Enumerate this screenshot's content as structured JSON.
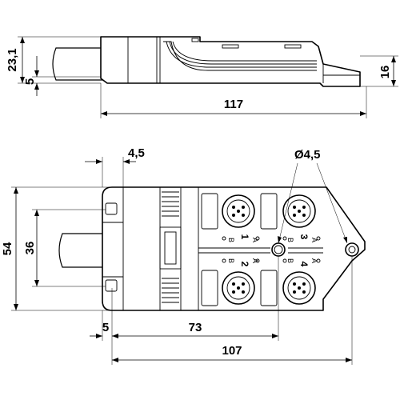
{
  "dimensions": {
    "side_height_total": "23,1",
    "side_height_base": "5",
    "side_height_right": "16",
    "side_length": "117",
    "top_offset": "4,5",
    "hole_diameter": "Ø4,5",
    "front_height": "54",
    "front_inner_height": "36",
    "front_left_offset": "5",
    "front_hole_distance": "73",
    "front_length": "107"
  },
  "ports": [
    {
      "number": "1",
      "label_a": "A",
      "label_b": "B"
    },
    {
      "number": "2",
      "label_a": "A",
      "label_b": "B"
    },
    {
      "number": "3",
      "label_a": "A",
      "label_b": "B"
    },
    {
      "number": "4",
      "label_a": "A",
      "label_b": "B"
    }
  ]
}
